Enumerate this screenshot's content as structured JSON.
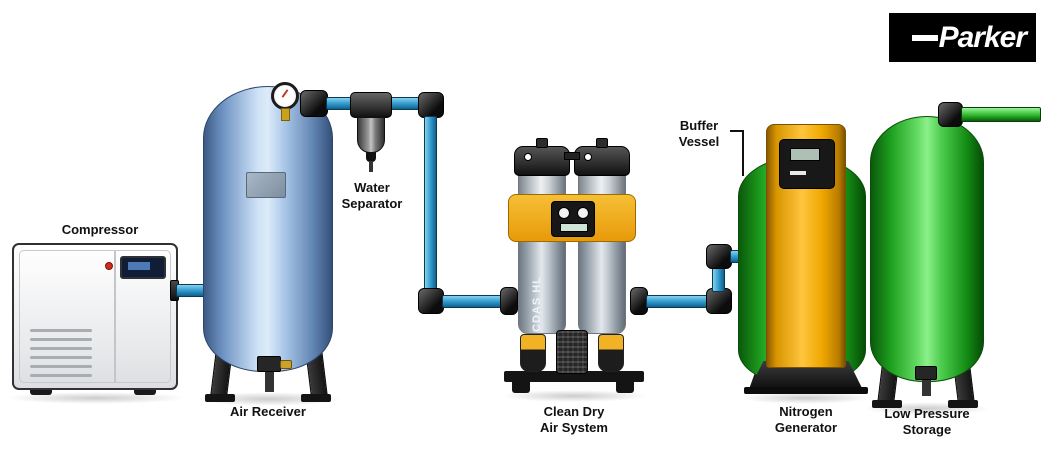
{
  "brand": {
    "name": "Parker"
  },
  "labels": {
    "compressor": "Compressor",
    "air_receiver": "Air Receiver",
    "water_separator": "Water\nSeparator",
    "clean_dry_air_system": "Clean Dry\nAir System",
    "buffer_vessel": "Buffer\nVessel",
    "nitrogen_generator": "Nitrogen\nGenerator",
    "low_pressure_storage": "Low Pressure\nStorage"
  },
  "equipment_text": {
    "cdas_model": "CDAS HL"
  },
  "icons": {
    "pressure_gauge": "css-circle-gauge",
    "parker_dash": "css-horizontal-bar"
  },
  "colors": {
    "pipe_blue": "#2e96c8",
    "pipe_blue_light": "#85d2f0",
    "pipe_blue_dark": "#115f8c",
    "green": "#2eb82e",
    "green_light": "#8cf08c",
    "green_dark": "#0a5a0a",
    "orange": "#f0a800",
    "orange_light": "#ffc53d",
    "cdas_yellow": "#e89a0a",
    "steel_blue_light": "#cfe2f6",
    "label_text": "#111111",
    "logo_bg": "#000000",
    "logo_text": "#ffffff"
  }
}
